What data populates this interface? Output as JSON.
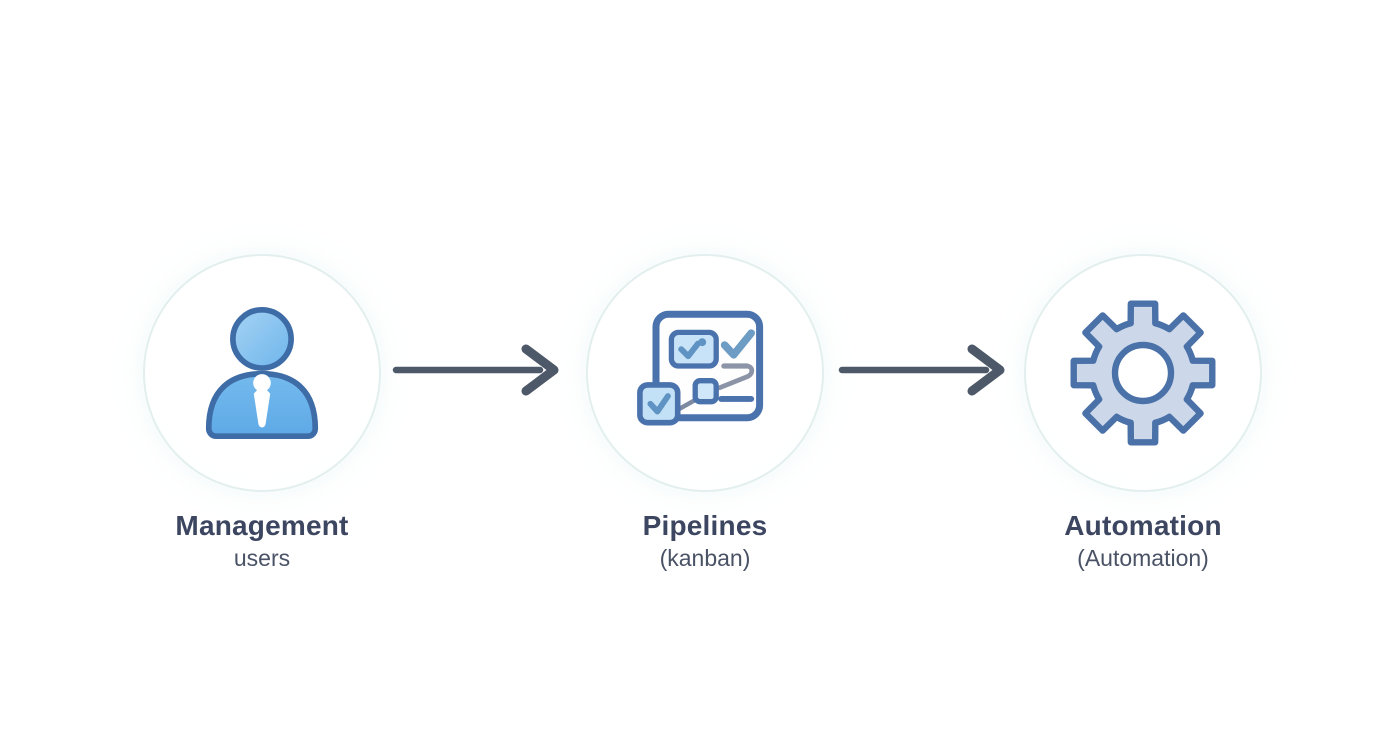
{
  "diagram": {
    "nodes": [
      {
        "id": "management",
        "title": "Management",
        "subtitle": "users",
        "icon": "user-person-icon"
      },
      {
        "id": "pipelines",
        "title": "Pipelines",
        "subtitle": "(kanban)",
        "icon": "kanban-board-icon"
      },
      {
        "id": "automation",
        "title": "Automation",
        "subtitle": "(Automation)",
        "icon": "gear-icon"
      }
    ],
    "connectors": [
      {
        "from": "management",
        "to": "pipelines",
        "type": "arrow-right"
      },
      {
        "from": "pipelines",
        "to": "automation",
        "type": "arrow-right"
      }
    ],
    "colors": {
      "background": "#ffffff",
      "title_text": "#3d4660",
      "subtitle_text": "#4a5266",
      "arrow": "#4d5869",
      "icon_outline": "#4a72ad",
      "person_blue": "#6ab1e9",
      "light_blue_fill": "#c9e3f7",
      "gear_fill": "#ccd8e9",
      "halo_ring": "#e2efee"
    }
  }
}
